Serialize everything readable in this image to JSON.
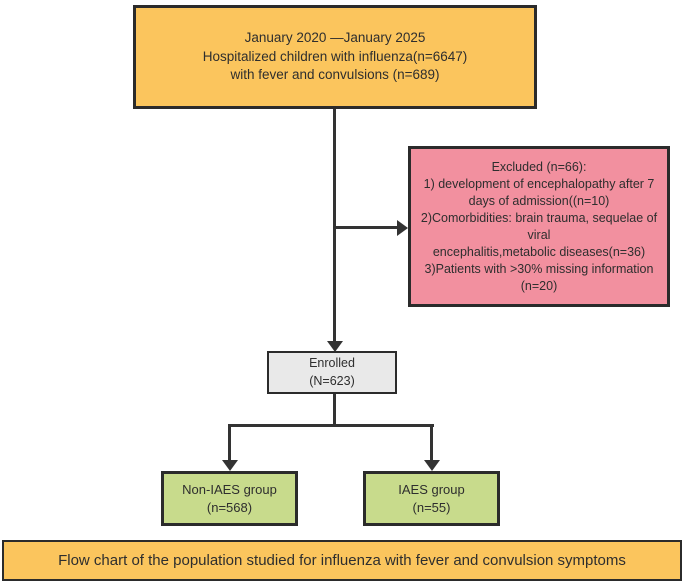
{
  "colors": {
    "orange": "#FBC55D",
    "pink": "#F2909F",
    "green": "#C8DB8C",
    "gray": "#E9E9E9",
    "border": "#2B2B2B",
    "line": "#333333",
    "text": "#2E2E2E",
    "bg": "#FFFFFF"
  },
  "boxes": {
    "enrollment": {
      "lines": [
        "January 2020 —January 2025",
        "Hospitalized children with influenza(n=6647)",
        "with fever and convulsions (n=689)"
      ]
    },
    "excluded": {
      "lines": [
        "Excluded (n=66):",
        "1) development of encephalopathy after 7",
        "days of admission((n=10)",
        "2)Comorbidities: brain trauma, sequelae of",
        "viral",
        "encephalitis,metabolic diseases(n=36)",
        "3)Patients with >30% missing information",
        "(n=20)"
      ]
    },
    "enrolled": {
      "lines": [
        "Enrolled",
        "(N=623)"
      ]
    },
    "non_iaes": {
      "lines": [
        "Non-IAES group",
        "(n=568)"
      ]
    },
    "iaes": {
      "lines": [
        "IAES group",
        "(n=55)"
      ]
    }
  },
  "caption": {
    "text": "Flow chart of the population studied for influenza with fever and convulsion symptoms"
  }
}
